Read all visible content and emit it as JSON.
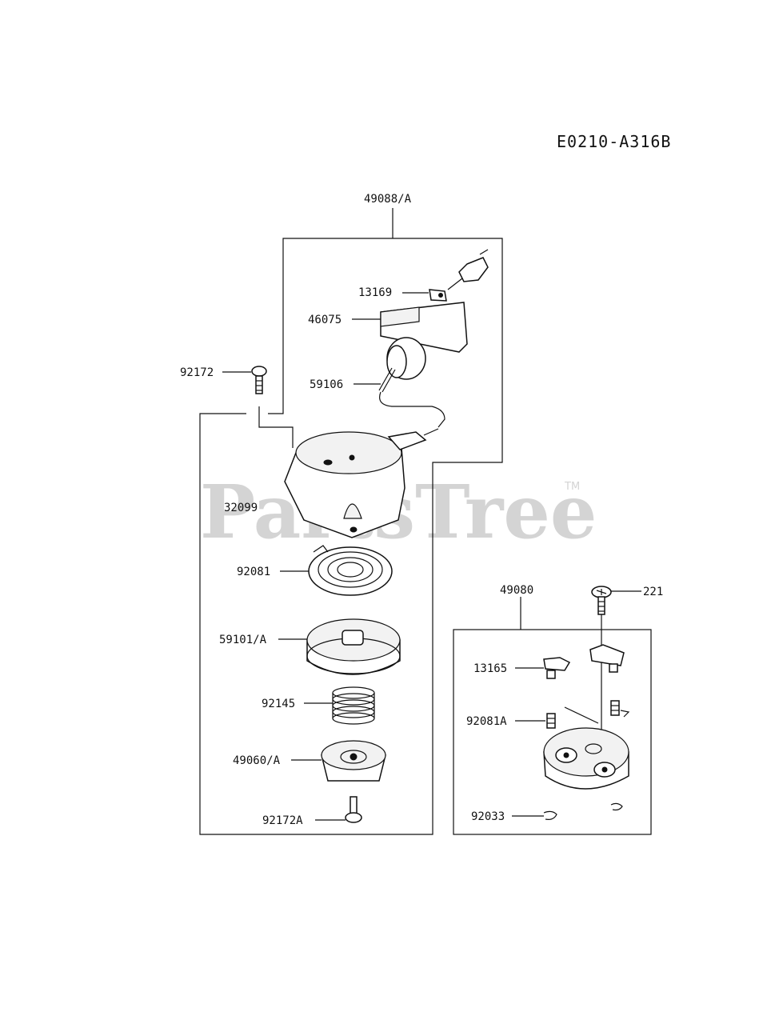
{
  "diagram_code": "E0210-A316B",
  "watermark": {
    "text": "PartsTree",
    "trademark": "TM"
  },
  "groups": {
    "starter_assembly": {
      "label": "49088/A"
    },
    "ratchet_assembly": {
      "label": "49080"
    }
  },
  "parts": {
    "p13169": "13169",
    "p46075": "46075",
    "p59106": "59106",
    "p92172": "92172",
    "p32099": "32099",
    "p92081": "92081",
    "p59101a": "59101/A",
    "p92145": "92145",
    "p49060a": "49060/A",
    "p92172a": "92172A",
    "p221": "221",
    "p13165": "13165",
    "p92081a": "92081A",
    "p92033": "92033"
  }
}
